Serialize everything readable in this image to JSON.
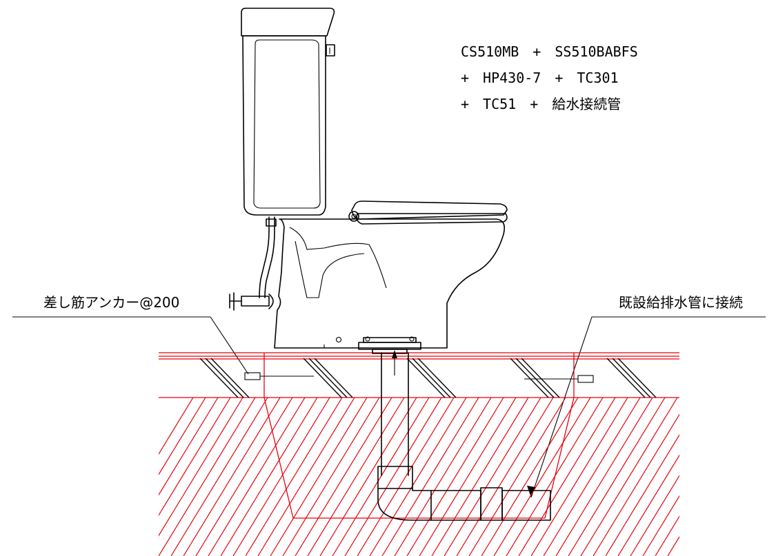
{
  "spec": {
    "line1": "CS510MB　+　SS510BABFS",
    "line2": "+　HP430-7　+　TC301",
    "line3": "+　TC51　+　給水接続管"
  },
  "labels": {
    "anchor": "差し筋アンカー@200",
    "connection": "既設給排水管に接続"
  },
  "colors": {
    "line": "#000000",
    "concrete": "#e8000b"
  }
}
